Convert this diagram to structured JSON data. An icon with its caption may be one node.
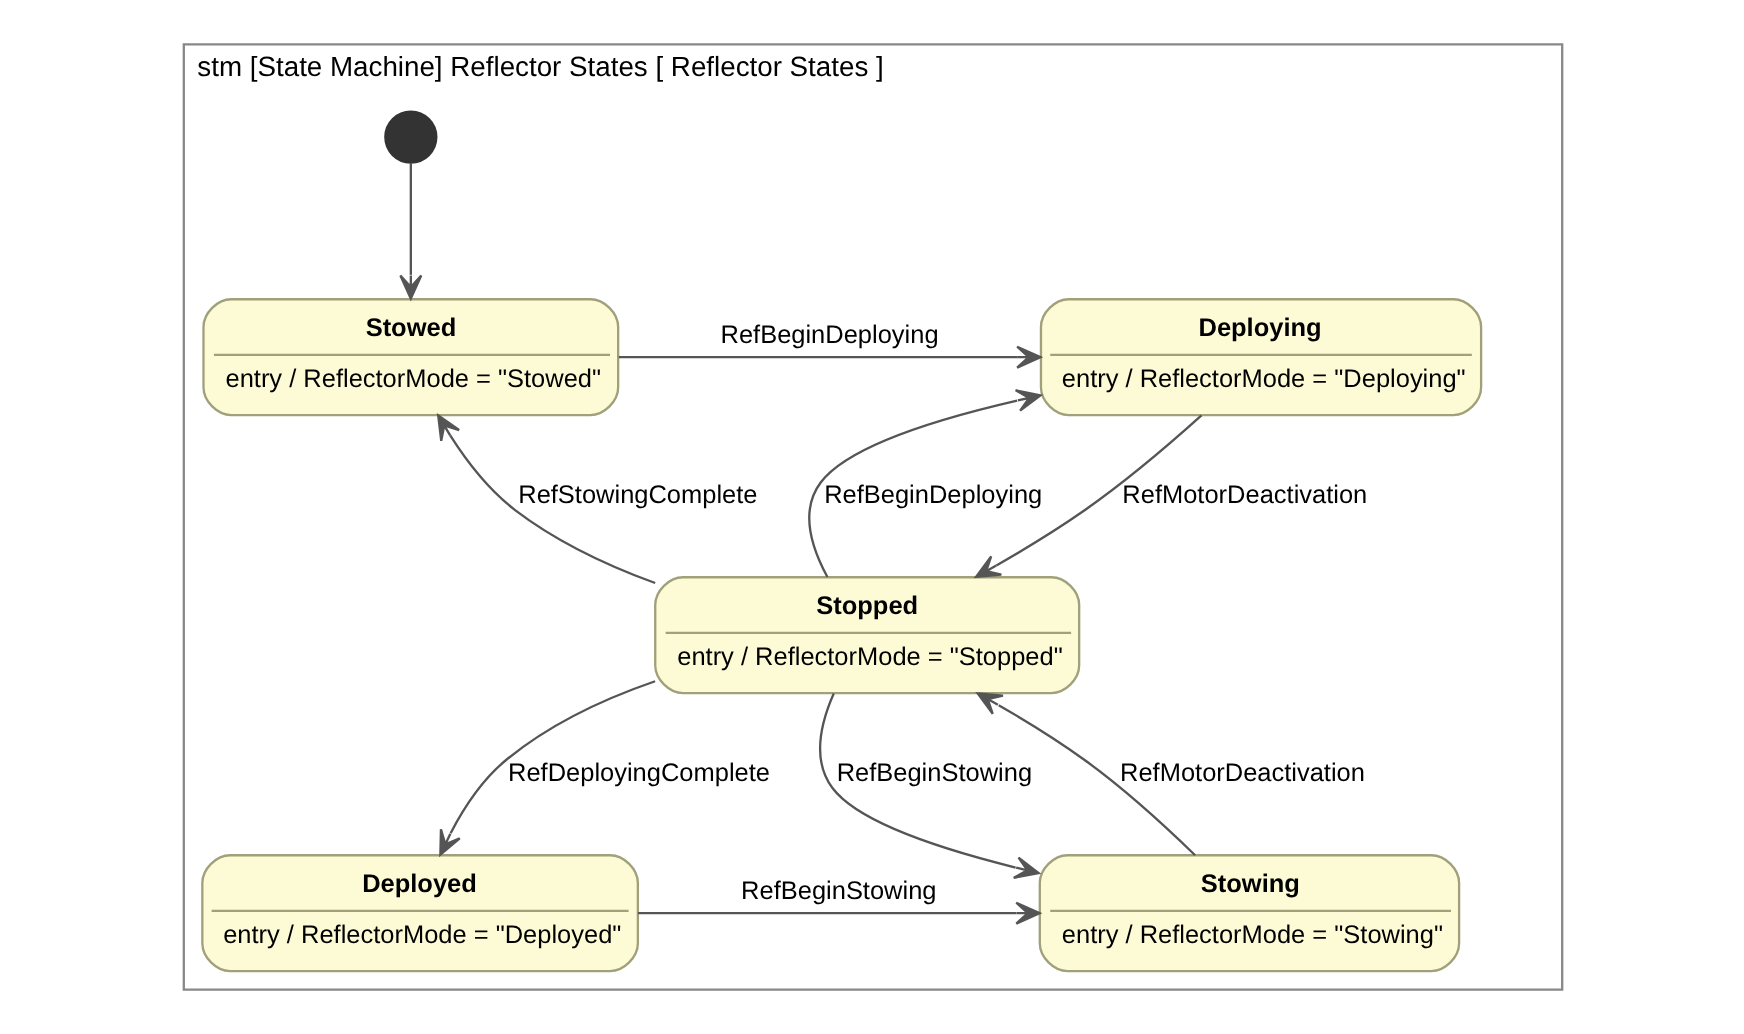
{
  "diagram": {
    "nodes": [
      {
        "text": [
          "stm [State Machine] Reflector States [ Reflector States ]"
        ]
      },
      {
        "text": [],
        "shape": "circle",
        "in": 0
      },
      {
        "text": [
          "Stowed",
          "entry / ReflectorMode = \"Stowed\""
        ],
        "in": 0
      },
      {
        "text": [
          "Deploying",
          "entry / ReflectorMode = \"Deploying\""
        ],
        "in": 0
      },
      {
        "text": [
          "Stopped",
          "entry / ReflectorMode = \"Stopped\""
        ],
        "in": 0
      },
      {
        "text": [
          "Stowing",
          "entry / ReflectorMode = \"Stowing\""
        ],
        "in": 0
      },
      {
        "text": [
          "Deployed",
          "entry / ReflectorMode = \"Deployed\""
        ],
        "in": 0
      }
    ],
    "edges": [
      {
        "from": 1,
        "to": 2,
        "arrow": "to"
      },
      {
        "from": 2,
        "to": 3,
        "arrow": "to",
        "label": "RefBeginDeploying"
      },
      {
        "from": 4,
        "to": 3,
        "arrow": "to",
        "label": "RefBeginDeploying"
      },
      {
        "from": 3,
        "to": 4,
        "arrow": "to",
        "label": "RefMotorDeactivation"
      },
      {
        "from": 4,
        "to": 2,
        "arrow": "to",
        "label": "RefStowingComplete"
      },
      {
        "from": 5,
        "to": 4,
        "arrow": "to",
        "label": "RefMotorDeactivation"
      },
      {
        "from": 4,
        "to": 6,
        "arrow": "to",
        "label": "RefDeployingComplete"
      },
      {
        "from": 4,
        "to": 5,
        "arrow": "to",
        "label": "RefBeginStowing"
      },
      {
        "from": 6,
        "to": 5,
        "arrow": "to",
        "label": "RefBeginStowing"
      }
    ]
  }
}
